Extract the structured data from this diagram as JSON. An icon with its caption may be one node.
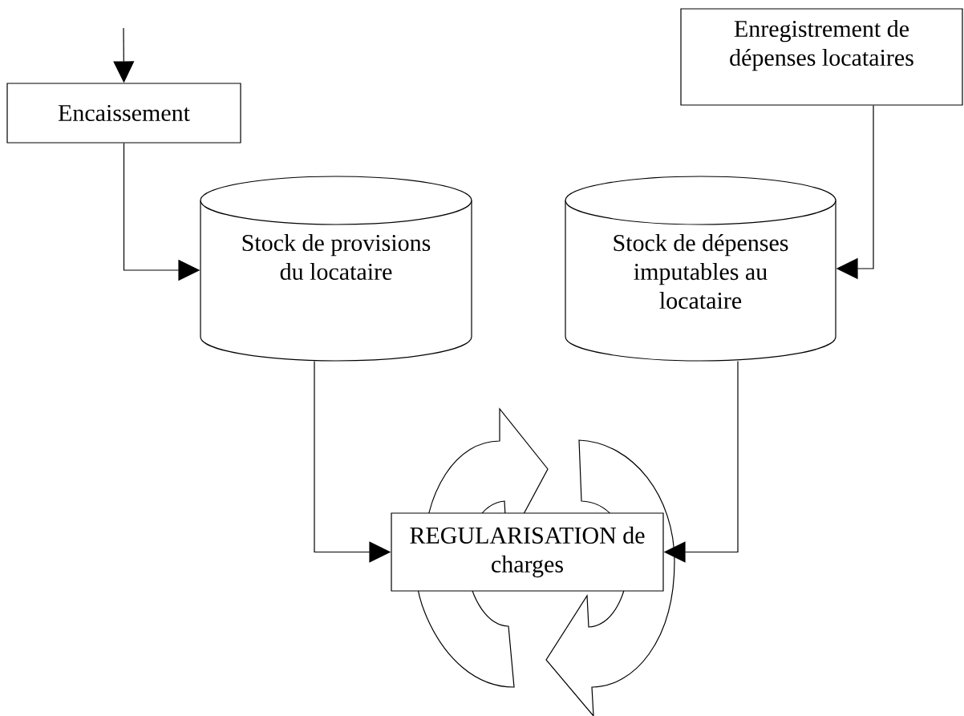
{
  "diagram": {
    "nodes": [
      {
        "text": [
          "Encaissement"
        ]
      },
      {
        "text": [
          "Enregistrement de dépenses locataires"
        ]
      },
      {
        "text": [
          "Stock de provisions du locataire"
        ]
      },
      {
        "text": [
          "Stock de dépenses imputables au locataire"
        ]
      },
      {
        "text": [
          "REGULARISATION de charges"
        ]
      }
    ],
    "edges": [
      {
        "from": null,
        "to": 0,
        "arrow": "to"
      },
      {
        "from": 0,
        "to": 2,
        "arrow": "to"
      },
      {
        "from": 1,
        "to": 3,
        "arrow": "to"
      },
      {
        "from": 2,
        "to": 4,
        "arrow": "to"
      },
      {
        "from": 3,
        "to": 4,
        "arrow": "to"
      }
    ]
  }
}
